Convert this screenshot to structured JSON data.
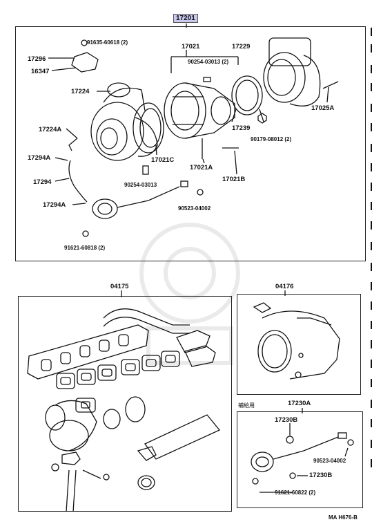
{
  "main": {
    "assembly": "17201",
    "labels": {
      "p91635": "91635-60618 (2)",
      "p17296": "17296",
      "p16347": "16347",
      "p17224": "17224",
      "p17224A": "17224A",
      "p17294A_top": "17294A",
      "p17294": "17294",
      "p17294A_bot": "17294A",
      "p91621": "91621-60818 (2)",
      "p17021": "17021",
      "p90254a": "90254-03013 (2)",
      "p17021C": "17021C",
      "p17021A": "17021A",
      "p17021B": "17021B",
      "p90254b": "90254-03013",
      "p90523": "90523-04002",
      "p17229": "17229",
      "p17239": "17239",
      "p90179": "90179-08012 (2)",
      "p17025A": "17025A",
      "p04175": "04175",
      "p04176": "04176",
      "p17230A": "17230A",
      "hokyu": "補給用",
      "p17230B_top": "17230B",
      "p90523b": "90523-04002",
      "p17230B_bot": "17230B",
      "p91621b": "91621-60822 (2)",
      "ref": "MA H676-B"
    }
  }
}
